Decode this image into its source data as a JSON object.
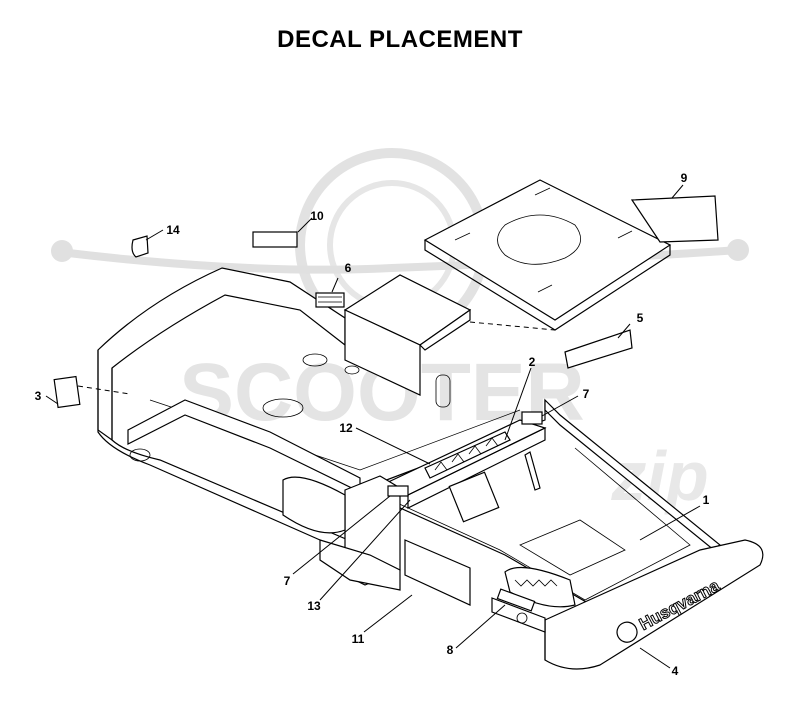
{
  "title": "DECAL PLACEMENT",
  "watermark": {
    "brand": "SCOOTER",
    "script": "zip"
  },
  "brand_decal": "Husqvarna",
  "callouts": [
    {
      "id": "c1",
      "number": "1"
    },
    {
      "id": "c2",
      "number": "2"
    },
    {
      "id": "c3",
      "number": "3"
    },
    {
      "id": "c4",
      "number": "4"
    },
    {
      "id": "c5",
      "number": "5"
    },
    {
      "id": "c6",
      "number": "6"
    },
    {
      "id": "c7a",
      "number": "7"
    },
    {
      "id": "c7b",
      "number": "7"
    },
    {
      "id": "c8",
      "number": "8"
    },
    {
      "id": "c9",
      "number": "9"
    },
    {
      "id": "c10",
      "number": "10"
    },
    {
      "id": "c11",
      "number": "11"
    },
    {
      "id": "c12",
      "number": "12"
    },
    {
      "id": "c13",
      "number": "13"
    },
    {
      "id": "c14",
      "number": "14"
    }
  ],
  "colors": {
    "line": "#000000",
    "watermark": "#d9d9d9",
    "background": "#ffffff"
  }
}
